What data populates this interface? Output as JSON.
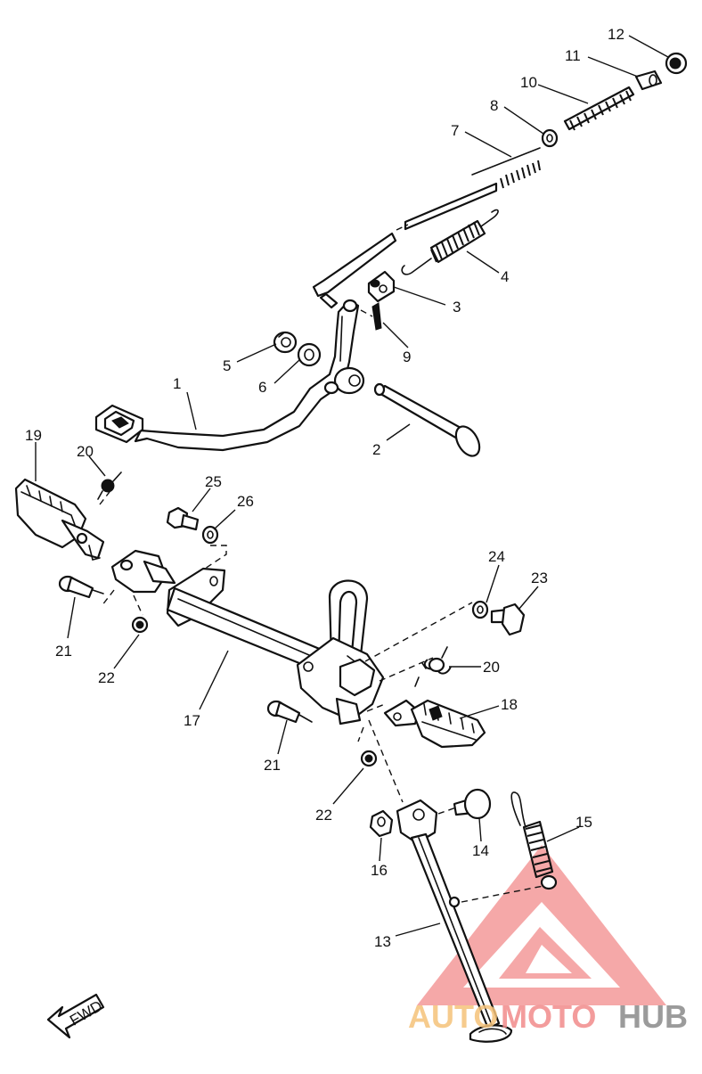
{
  "callouts": [
    {
      "n": "1"
    },
    {
      "n": "2"
    },
    {
      "n": "3"
    },
    {
      "n": "4"
    },
    {
      "n": "5"
    },
    {
      "n": "6"
    },
    {
      "n": "7"
    },
    {
      "n": "8"
    },
    {
      "n": "9"
    },
    {
      "n": "10"
    },
    {
      "n": "11"
    },
    {
      "n": "12"
    },
    {
      "n": "13"
    },
    {
      "n": "14"
    },
    {
      "n": "15"
    },
    {
      "n": "16"
    },
    {
      "n": "17"
    },
    {
      "n": "18"
    },
    {
      "n": "19"
    },
    {
      "n": "20"
    },
    {
      "n": "20"
    },
    {
      "n": "21"
    },
    {
      "n": "21"
    },
    {
      "n": "22"
    },
    {
      "n": "22"
    },
    {
      "n": "23"
    },
    {
      "n": "24"
    },
    {
      "n": "25"
    },
    {
      "n": "26"
    }
  ],
  "fwd_label": "FWD",
  "watermark": {
    "part1": "AUTO",
    "part2": "MOTO",
    "part3": "HUB",
    "color1": "#f5c37a",
    "color2": "#f28b8b",
    "color3": "#8a8a8a",
    "triangle_color": "#f28b8b"
  }
}
